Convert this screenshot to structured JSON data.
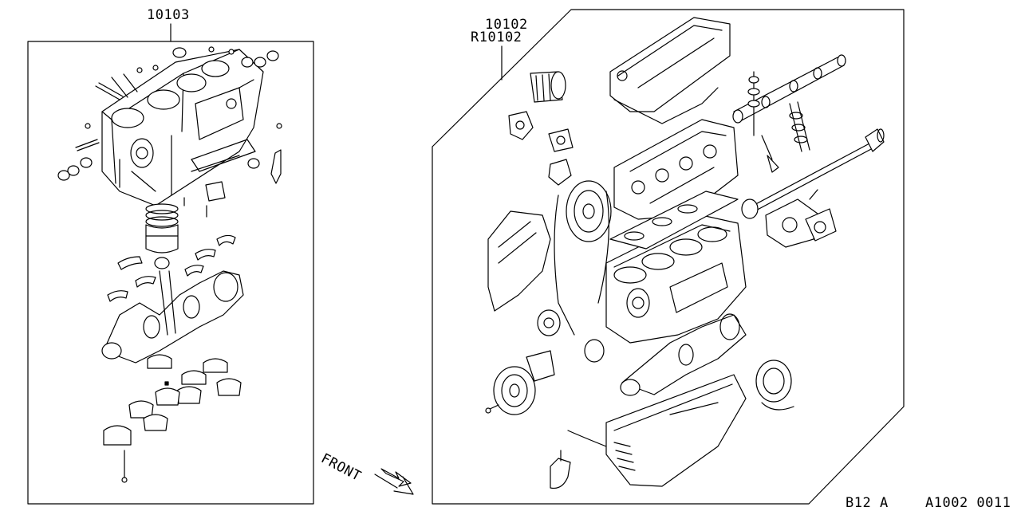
{
  "diagram": {
    "left_part_number": "10103",
    "right_part_number_1": "10102",
    "right_part_number_2": "R10102",
    "front_label": "FRONT",
    "model_code": "B12 A",
    "diagram_code": "A1002 0011"
  }
}
